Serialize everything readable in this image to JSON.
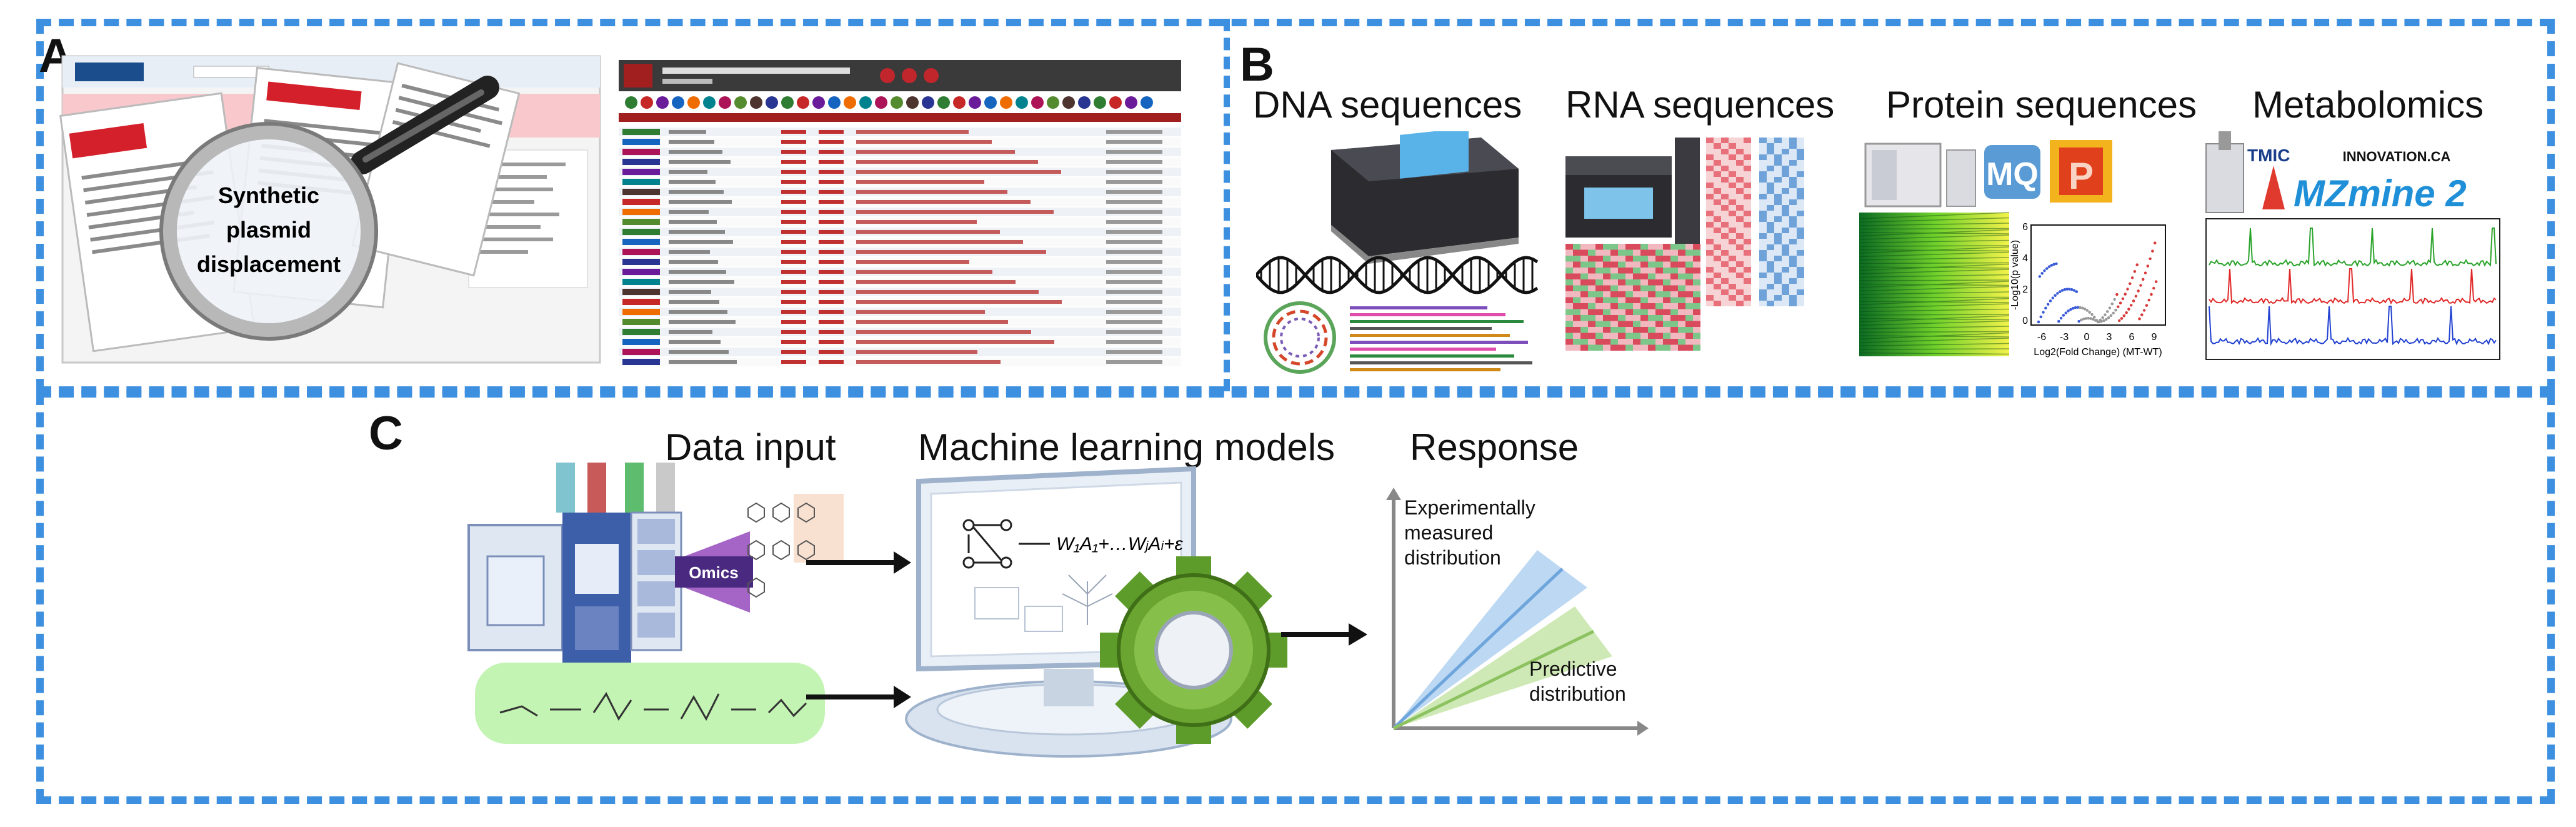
{
  "panels": {
    "a": {
      "letter": "A",
      "magnifier_text": [
        "Synthetic",
        "plasmid",
        "displacement"
      ]
    },
    "b": {
      "letter": "B",
      "titles": [
        "DNA sequences",
        "RNA sequences",
        "Protein sequences",
        "Metabolomics"
      ],
      "logos": {
        "maxquant": "MQ",
        "perseus": "P",
        "tmic": "TMIC",
        "innovation": "INNOVATION.CA",
        "mzmine": "MZmine 2"
      },
      "volcano": {
        "xlabel": "Log2(Fold Change) (MT-WT)",
        "ylabel": "-Log10(p value)",
        "xticks": [
          "-6",
          "-3",
          "0",
          "3",
          "6",
          "9"
        ],
        "yticks": [
          "0",
          "2",
          "4",
          "6"
        ]
      }
    },
    "c": {
      "letter": "C",
      "titles": [
        "Data input",
        "Machine learning models",
        "Response"
      ],
      "omics_label": "Omics",
      "response_labels": {
        "measured": [
          "Experimentally",
          "measured",
          "distribution"
        ],
        "predictive": [
          "Predictive",
          "distribution"
        ]
      }
    }
  },
  "colors": {
    "dash_blue": "#3d8fe0",
    "gear_green": "#6aa531",
    "band_blue": "#bcd8f2",
    "band_green": "#cfe9b6"
  }
}
